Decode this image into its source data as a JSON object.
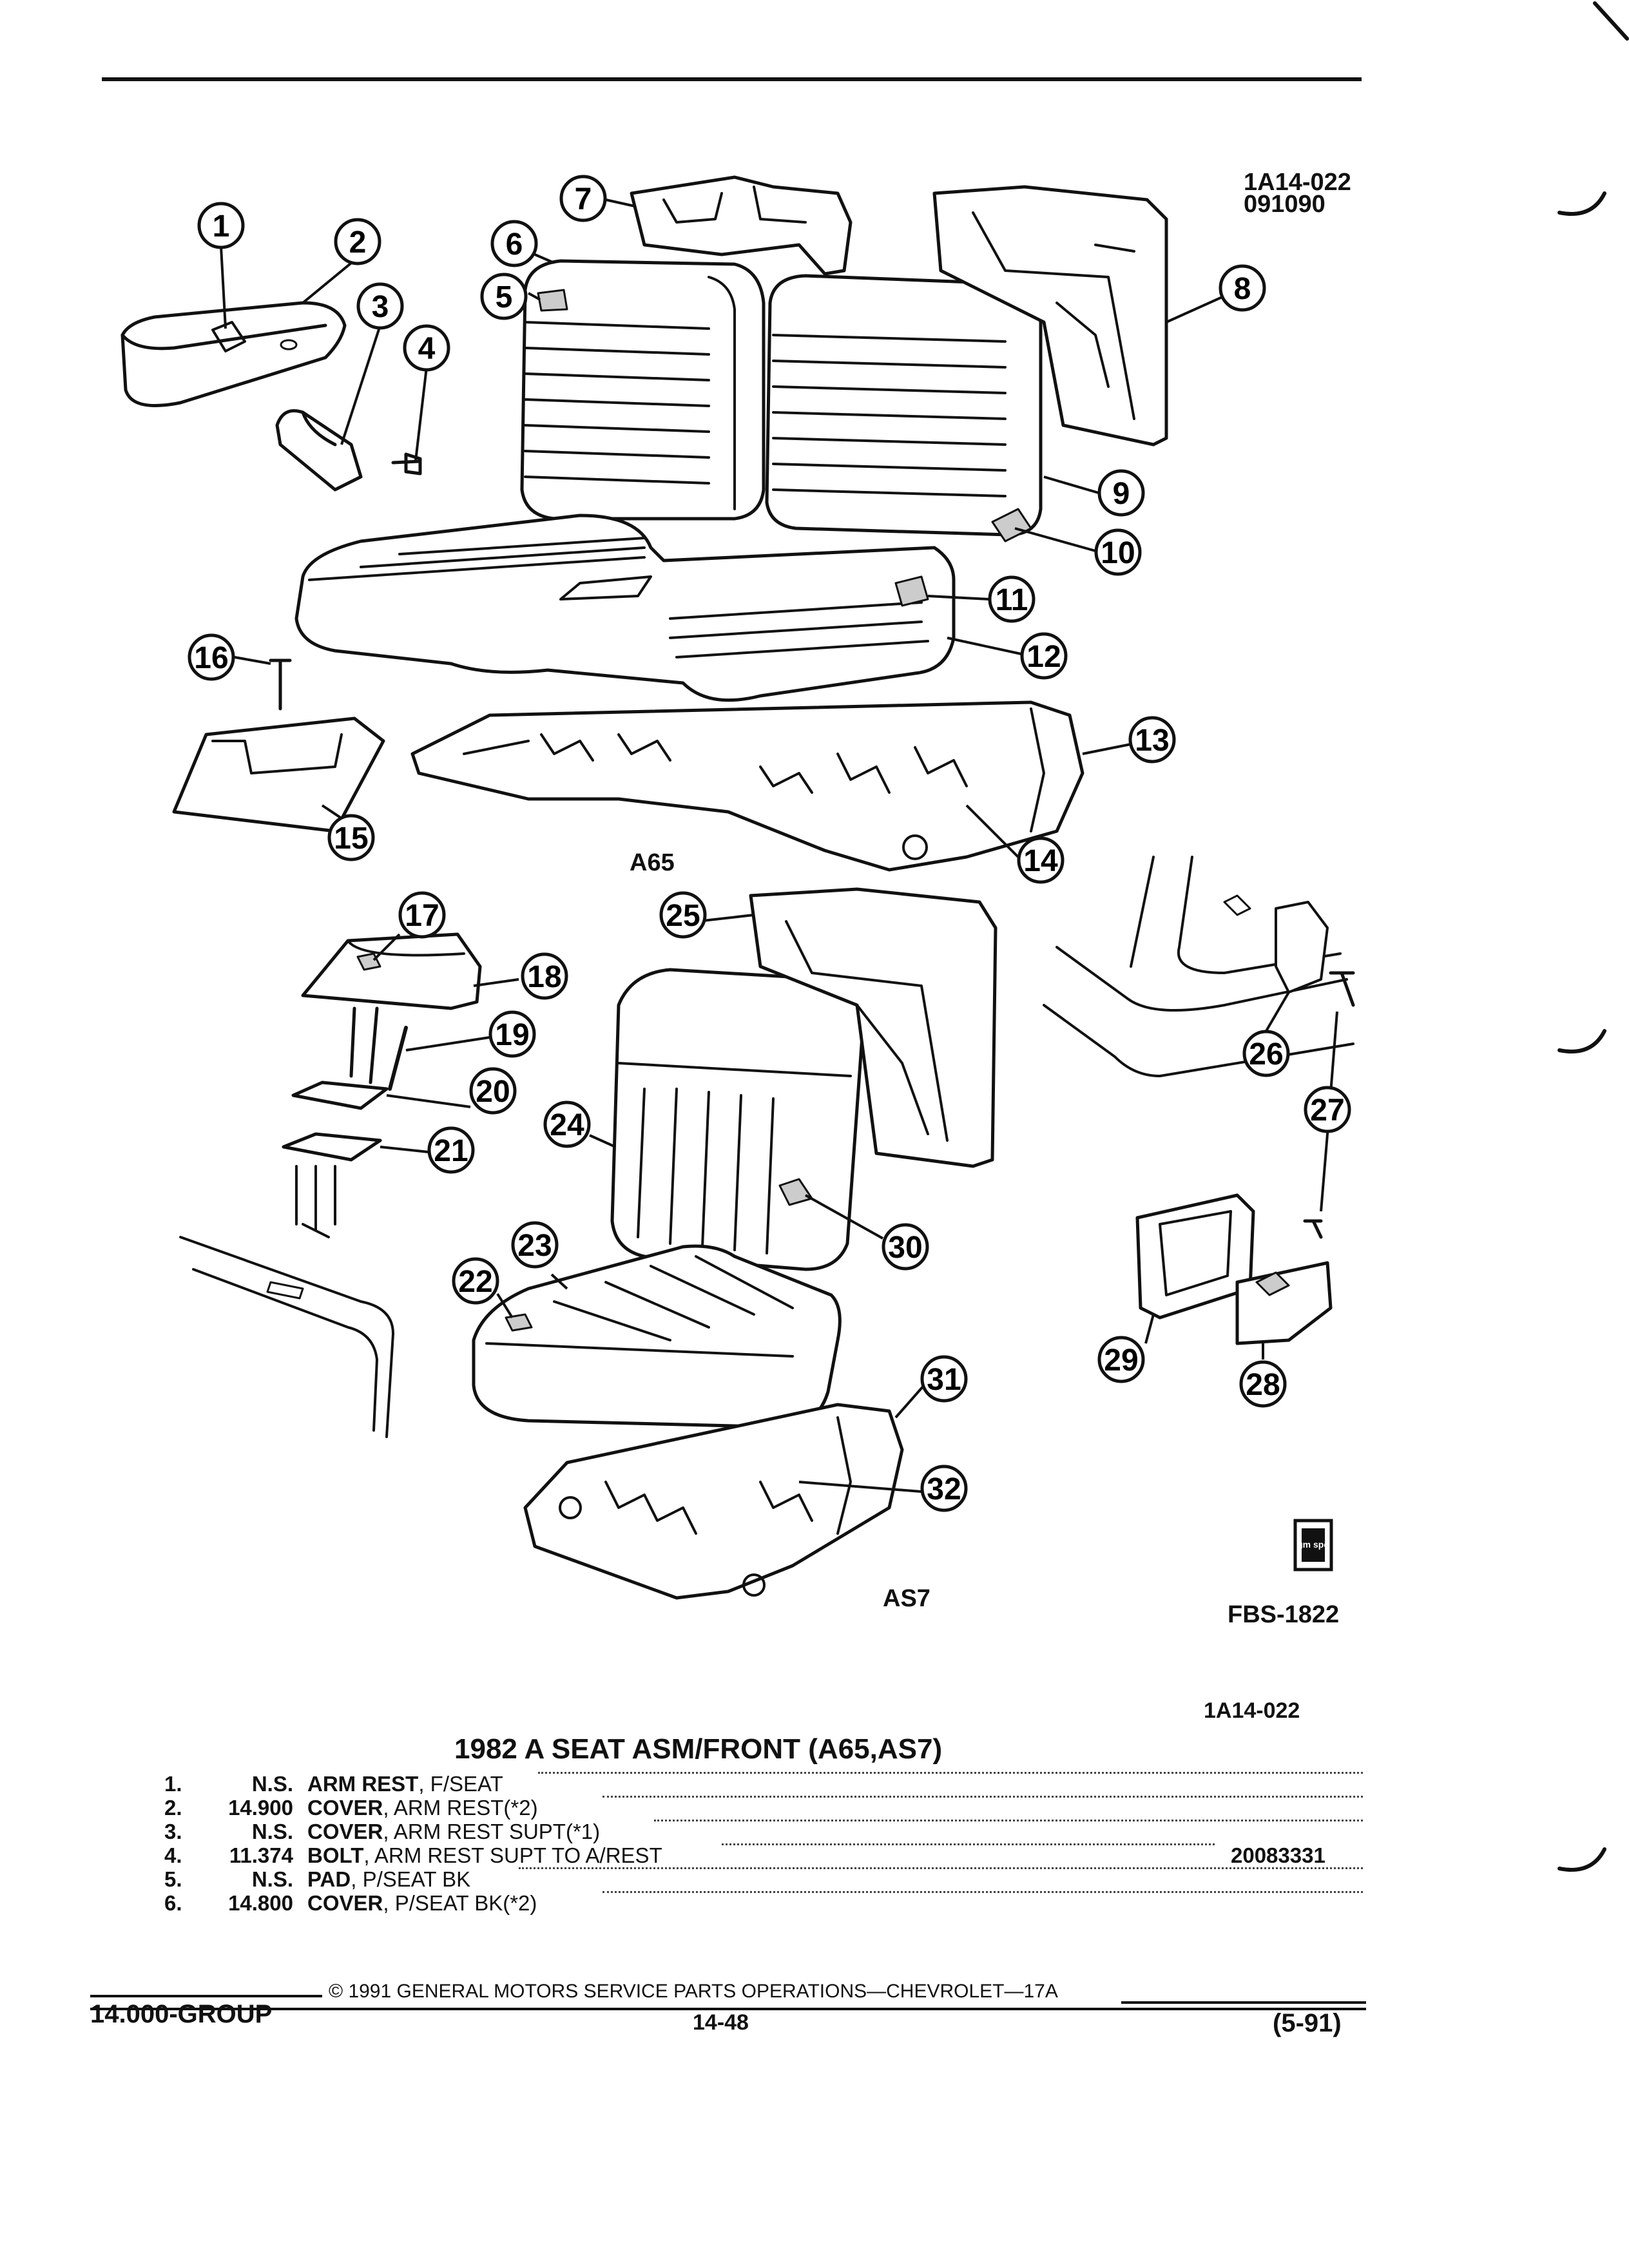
{
  "header": {
    "figure_id": "1A14-022",
    "figure_date": "091090"
  },
  "callouts": [
    "1",
    "2",
    "3",
    "4",
    "5",
    "6",
    "7",
    "8",
    "9",
    "10",
    "11",
    "12",
    "13",
    "14",
    "15",
    "16",
    "17",
    "18",
    "19",
    "20",
    "21",
    "22",
    "23",
    "24",
    "25",
    "26",
    "27",
    "28",
    "29",
    "30",
    "31",
    "32"
  ],
  "labels": {
    "a65": "A65",
    "as7": "AS7",
    "fbs": "FBS-1822",
    "figure_ref": "1A14-022",
    "logo_text": "gm spo"
  },
  "title": "1982 A SEAT ASM/FRONT (A65,AS7)",
  "parts": [
    {
      "num": "1.",
      "group": "N.S.",
      "name": "ARM REST",
      "qualifier": ", F/SEAT",
      "part_no": ""
    },
    {
      "num": "2.",
      "group": "14.900",
      "name": "COVER",
      "qualifier": ", ARM REST(*2)",
      "part_no": ""
    },
    {
      "num": "3.",
      "group": "N.S.",
      "name": "COVER",
      "qualifier": ", ARM REST SUPT(*1)",
      "part_no": ""
    },
    {
      "num": "4.",
      "group": "11.374",
      "name": "BOLT",
      "qualifier": ", ARM REST SUPT TO A/REST",
      "part_no": "20083331"
    },
    {
      "num": "5.",
      "group": "N.S.",
      "name": "PAD",
      "qualifier": ", P/SEAT BK",
      "part_no": ""
    },
    {
      "num": "6.",
      "group": "14.800",
      "name": "COVER",
      "qualifier": ", P/SEAT BK(*2)",
      "part_no": ""
    }
  ],
  "footer": {
    "copyright": "© 1991 GENERAL MOTORS SERVICE PARTS OPERATIONS—CHEVROLET—17A",
    "group": "14.000-GROUP",
    "page": "14-48",
    "date": "(5-91)"
  }
}
